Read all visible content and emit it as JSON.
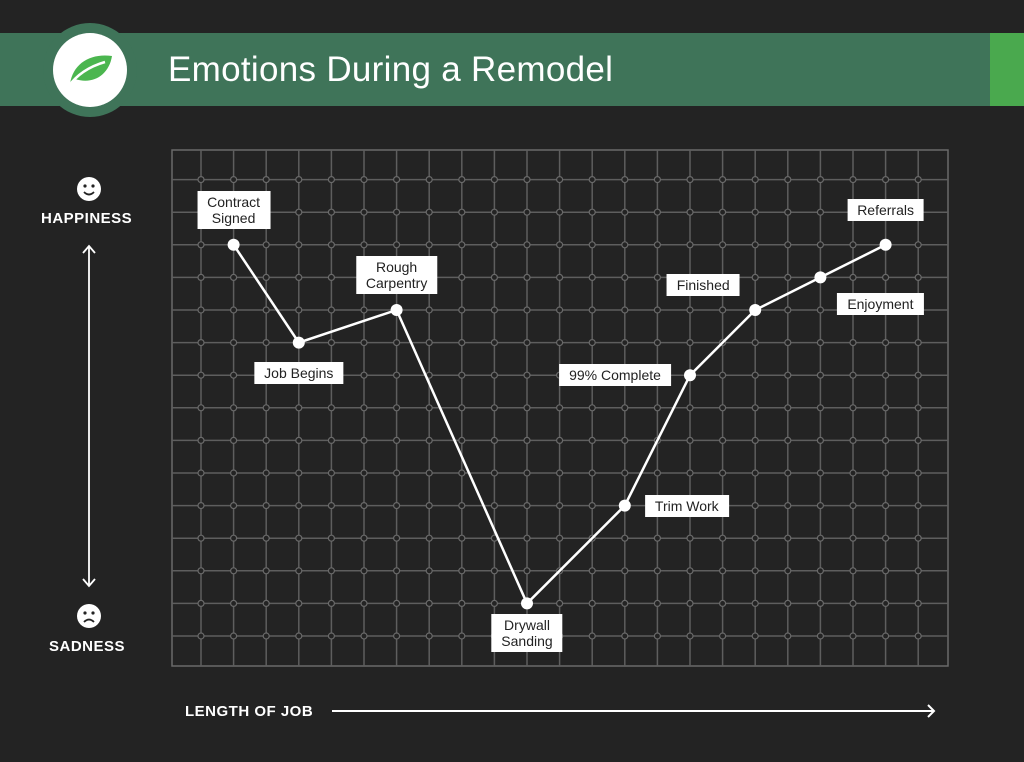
{
  "header": {
    "title": "Emotions During a Remodel",
    "logo_icon": "leaf-icon",
    "brand_color": "#3f7459",
    "accent_color": "#4aa94e"
  },
  "chart_data": {
    "type": "line",
    "title": "Emotions During a Remodel",
    "xlabel": "LENGTH OF JOB",
    "ylabel_top": "HAPPINESS",
    "ylabel_bottom": "SADNESS",
    "grid": true,
    "xlim": [
      0,
      22
    ],
    "ylim": [
      0,
      14
    ],
    "points": [
      {
        "label": "Contract\nSigned",
        "x": 1,
        "y": 12,
        "pos": "above"
      },
      {
        "label": "Job Begins",
        "x": 3,
        "y": 9,
        "pos": "below"
      },
      {
        "label": "Rough\nCarpentry",
        "x": 6,
        "y": 10,
        "pos": "above"
      },
      {
        "label": "Drywall\nSanding",
        "x": 10,
        "y": 1,
        "pos": "below"
      },
      {
        "label": "Trim Work",
        "x": 13,
        "y": 4,
        "pos": "right"
      },
      {
        "label": "99% Complete",
        "x": 15,
        "y": 8,
        "pos": "left"
      },
      {
        "label": "Finished",
        "x": 17,
        "y": 10,
        "pos": "aboveleft"
      },
      {
        "label": "Enjoyment",
        "x": 19,
        "y": 11,
        "pos": "belowright"
      },
      {
        "label": "Referrals",
        "x": 21,
        "y": 12,
        "pos": "above"
      }
    ]
  }
}
